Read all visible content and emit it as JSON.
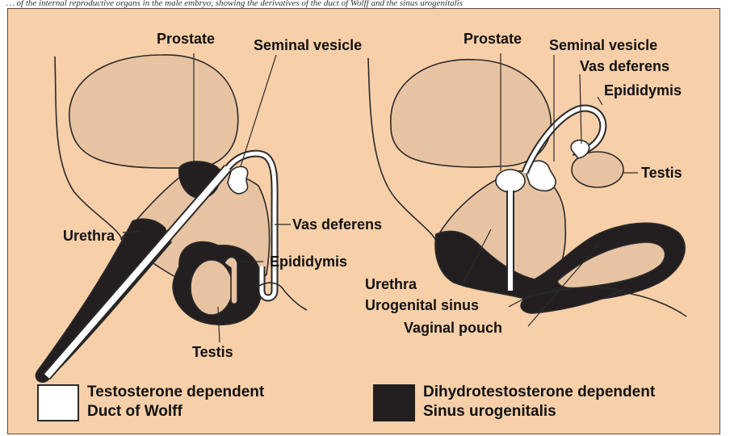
{
  "caption": "… of the internal reproductive organs in the male embryo, showing the derivatives of the duct of Wolff and the sinus urogenitalis",
  "left_labels": {
    "prostate": "Prostate",
    "seminal_vesicle": "Seminal vesicle",
    "urethra": "Urethra",
    "vas_deferens": "Vas deferens",
    "epididymis": "Epididymis",
    "testis": "Testis"
  },
  "right_labels": {
    "prostate": "Prostate",
    "seminal_vesicle": "Seminal vesicle",
    "vas_deferens": "Vas deferens",
    "epididymis": "Epididymis",
    "testis": "Testis",
    "urethra": "Urethra",
    "urogenital_sinus": "Urogenital sinus",
    "vaginal_pouch": "Vaginal pouch"
  },
  "legend": {
    "white": {
      "line1": "Testosterone dependent",
      "line2": "Duct of Wolff",
      "color": "#ffffff"
    },
    "black": {
      "line1": "Dihydrotestosterone dependent",
      "line2": "Sinus urogenitalis",
      "color": "#231f20"
    }
  },
  "colors": {
    "background": "#f7cfa9",
    "tissue": "#e8c3a2",
    "dark": "#231f20",
    "outline": "#2a2a2a"
  }
}
